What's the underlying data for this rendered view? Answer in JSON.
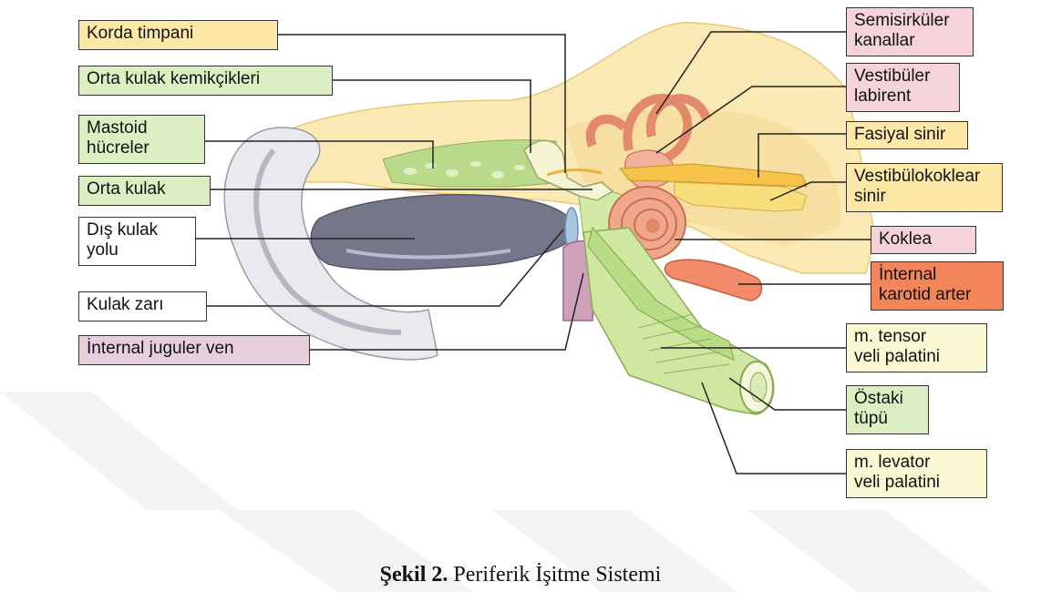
{
  "colors": {
    "yellow": "#fde8a8",
    "green": "#dcefc3",
    "pink": "#f6d3d8",
    "orange": "#f2865a",
    "white": "#ffffff",
    "mauve": "#e7d0dc",
    "lightyellow": "#fbf9d3"
  },
  "labels": {
    "korda_timpani": "Korda timpani",
    "orta_kulak_kemikcikleri": "Orta kulak kemikçikleri",
    "mastoid_1": "Mastoid",
    "mastoid_2": "hücreler",
    "orta_kulak": "Orta kulak",
    "dis_kulak_1": "Dış kulak",
    "dis_kulak_2": "yolu",
    "kulak_zari": "Kulak zarı",
    "internal_juguler_ven": "İnternal juguler ven",
    "semisirkuler_1": "Semisirküler",
    "semisirkuler_2": "kanallar",
    "vestibuler_1": "Vestibüler",
    "vestibuler_2": "labirent",
    "fasiyal_sinir": "Fasiyal sinir",
    "vestibulokoklear_1": "Vestibülokoklear",
    "vestibulokoklear_2": "sinir",
    "koklea": "Koklea",
    "internal_karotid_1": "İnternal",
    "internal_karotid_2": "karotid arter",
    "tensor_1": "m. tensor",
    "tensor_2": "veli palatini",
    "ostaki_1": "Östaki",
    "ostaki_2": "tüpü",
    "levator_1": "m. levator",
    "levator_2": "veli palatini"
  },
  "caption": {
    "bold": "Şekil 2.",
    "text": " Periferik İşitme Sistemi"
  }
}
